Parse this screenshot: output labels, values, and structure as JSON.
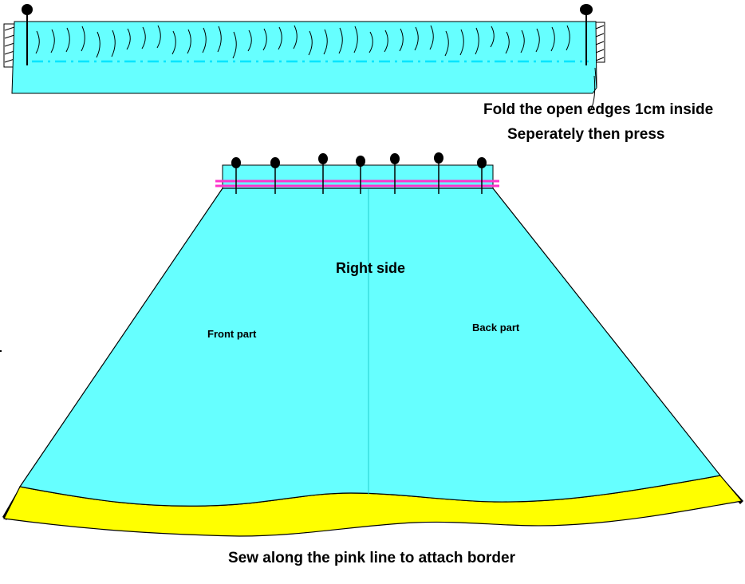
{
  "labels": {
    "fold_line1": "Fold the open edges 1cm inside",
    "fold_line2": "Seperately then press",
    "right_side": "Right side",
    "front_part": "Front part",
    "back_part": "Back part",
    "bottom_caption": "Sew along the pink line to attach border"
  },
  "colors": {
    "fabric": "#66FFFF",
    "border": "#FFFF00",
    "stitch_line": "#FF33CC",
    "fold_dash": "#00E5FF",
    "outline": "#000000",
    "center_line": "#22CCCC"
  },
  "icons": {
    "pin": "pin-icon"
  }
}
